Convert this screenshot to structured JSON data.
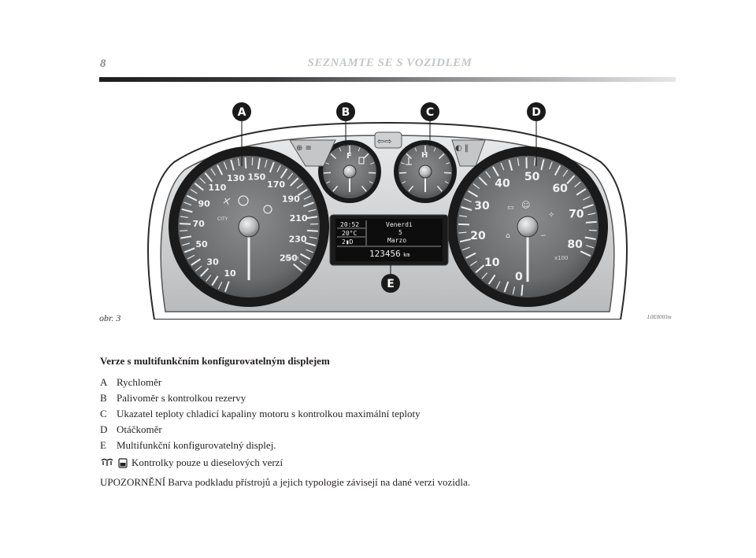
{
  "header": {
    "page_number": "8",
    "section": "SEZNAMTE SE S VOZIDLEM"
  },
  "figure": {
    "caption": "obr. 3",
    "code": "L0E0003m",
    "callouts": [
      "A",
      "B",
      "C",
      "D",
      "E"
    ],
    "speedometer": {
      "ticks": [
        "10",
        "30",
        "50",
        "70",
        "90",
        "110",
        "130",
        "150",
        "170",
        "190",
        "210",
        "230",
        "250"
      ],
      "unit": "km/h",
      "mode": "CITY"
    },
    "fuel_gauge": {
      "label": "F"
    },
    "temp_gauge": {
      "label": "H"
    },
    "tachometer": {
      "ticks": [
        "0",
        "10",
        "20",
        "30",
        "40",
        "50",
        "60",
        "70",
        "80"
      ],
      "unit": "x100"
    },
    "display": {
      "time": "20:52",
      "temperature": "20°C",
      "gear": "2▮D",
      "day": "Venerdi",
      "date": "5",
      "month": "Marzo",
      "odometer": "123456",
      "odometer_unit": "km"
    },
    "colors": {
      "cluster_outer": "#d9dadb",
      "dial_face": "#6f7173",
      "display_bg": "#111111"
    }
  },
  "content": {
    "title": "Verze s multifunkčním konfigurovatelným displejem",
    "legend": [
      {
        "key": "A",
        "text": "Rychloměr"
      },
      {
        "key": "B",
        "text": "Palivoměr s kontrolkou rezervy"
      },
      {
        "key": "C",
        "text": "Ukazatel teploty chladicí kapaliny motoru s kontrolkou maximální teploty"
      },
      {
        "key": "D",
        "text": "Otáčkoměr"
      },
      {
        "key": "E",
        "text": "Multifunkční konfigurovatelný displej."
      }
    ],
    "diesel_note": "Kontrolky pouze u dieselových verzí",
    "warning": "UPOZORNĚNÍ Barva podkladu přístrojů a jejich typologie závisejí na dané verzi vozidla."
  }
}
